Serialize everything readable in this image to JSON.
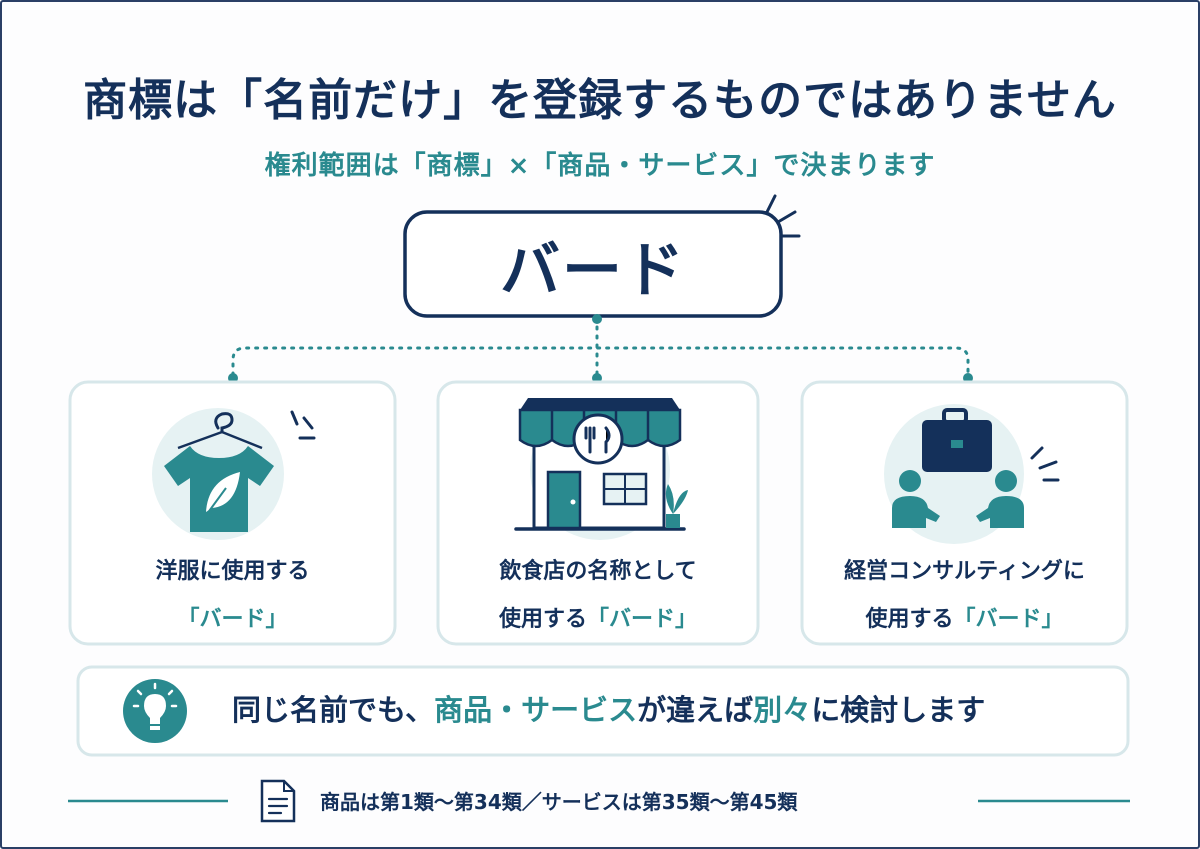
{
  "title": "商標は「名前だけ」を登録するものではありません",
  "subtitle": "権利範囲は「商標」×「商品・サービス」で決まります",
  "brand": "バード",
  "cards": [
    {
      "icon": "tshirt-hanger-icon",
      "line1": "洋服に使用する",
      "line2_pre": "",
      "line2_hl": "「バード」"
    },
    {
      "icon": "restaurant-storefront-icon",
      "line1": "飲食店の名称として",
      "line2_pre": "使用する",
      "line2_hl": "「バード」"
    },
    {
      "icon": "business-consulting-icon",
      "line1": "経営コンサルティングに",
      "line2_pre": "使用する",
      "line2_hl": "「バード」"
    }
  ],
  "tip": {
    "icon": "lightbulb-icon",
    "part1": "同じ名前でも、",
    "part2": "商品・サービス",
    "part3": "が違えば",
    "part4": "別々",
    "part5": "に検討します"
  },
  "footer": {
    "icon": "document-icon",
    "text": "商品は第1類～第34類／サービスは第35類～第45類"
  },
  "colors": {
    "navy": "#14305a",
    "teal": "#2a8a8f",
    "light_teal": "#e6f2f3",
    "card_border": "#d7e7ea"
  }
}
